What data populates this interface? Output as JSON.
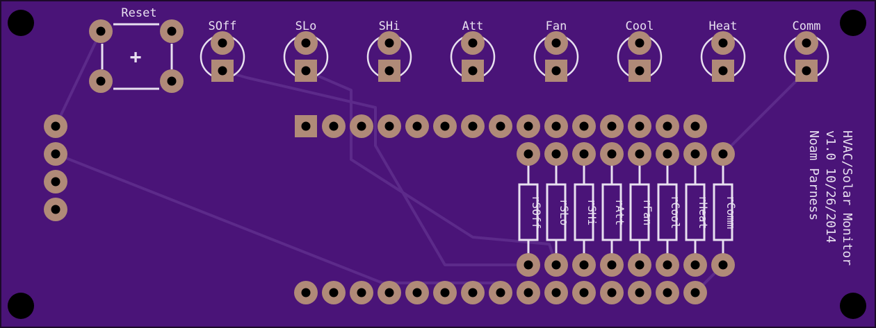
{
  "board": {
    "colors": {
      "substrate": "#4a1478",
      "outline": "#1c0a2a",
      "trace": "#5c2a8a",
      "pad": "#b08a78",
      "drill": "#000000",
      "silkscreen": "#e8e0f0"
    },
    "reset_label": "Reset",
    "reset_symbol": "+",
    "leds": [
      {
        "label": "SOff"
      },
      {
        "label": "SLo"
      },
      {
        "label": "SHi"
      },
      {
        "label": "Att"
      },
      {
        "label": "Fan"
      },
      {
        "label": "Cool"
      },
      {
        "label": "Heat"
      },
      {
        "label": "Comm"
      }
    ],
    "resistors": [
      {
        "label": "rSOff"
      },
      {
        "label": "rSLo"
      },
      {
        "label": "rSHi"
      },
      {
        "label": "rAtt"
      },
      {
        "label": "rFan"
      },
      {
        "label": "rCool"
      },
      {
        "label": "rHeat"
      },
      {
        "label": "rComm"
      }
    ],
    "silk_text": {
      "line1": "HVAC/Solar Monitor",
      "line2": "v1.0 10/26/2014",
      "line3": "Noam Parness"
    }
  }
}
